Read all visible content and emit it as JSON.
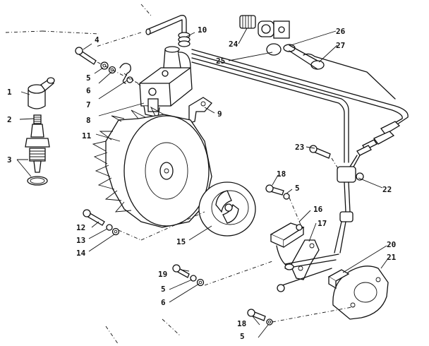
{
  "callouts": [
    {
      "id": "c1",
      "text": "1"
    },
    {
      "id": "c2",
      "text": "2"
    },
    {
      "id": "c3",
      "text": "3"
    },
    {
      "id": "c4",
      "text": "4"
    },
    {
      "id": "c5a",
      "text": "5"
    },
    {
      "id": "c5b",
      "text": "5"
    },
    {
      "id": "c5c",
      "text": "5"
    },
    {
      "id": "c5d",
      "text": "5"
    },
    {
      "id": "c6a",
      "text": "6"
    },
    {
      "id": "c6b",
      "text": "6"
    },
    {
      "id": "c7",
      "text": "7"
    },
    {
      "id": "c8",
      "text": "8"
    },
    {
      "id": "c9",
      "text": "9"
    },
    {
      "id": "c10",
      "text": "10"
    },
    {
      "id": "c11",
      "text": "11"
    },
    {
      "id": "c12",
      "text": "12"
    },
    {
      "id": "c13",
      "text": "13"
    },
    {
      "id": "c14",
      "text": "14"
    },
    {
      "id": "c15",
      "text": "15"
    },
    {
      "id": "c16",
      "text": "16"
    },
    {
      "id": "c17",
      "text": "17"
    },
    {
      "id": "c18a",
      "text": "18"
    },
    {
      "id": "c18b",
      "text": "18"
    },
    {
      "id": "c19",
      "text": "19"
    },
    {
      "id": "c20",
      "text": "20"
    },
    {
      "id": "c21",
      "text": "21"
    },
    {
      "id": "c22",
      "text": "22"
    },
    {
      "id": "c23",
      "text": "23"
    },
    {
      "id": "c24",
      "text": "24"
    },
    {
      "id": "c25",
      "text": "25"
    },
    {
      "id": "c26",
      "text": "26"
    },
    {
      "id": "c27",
      "text": "27"
    }
  ]
}
